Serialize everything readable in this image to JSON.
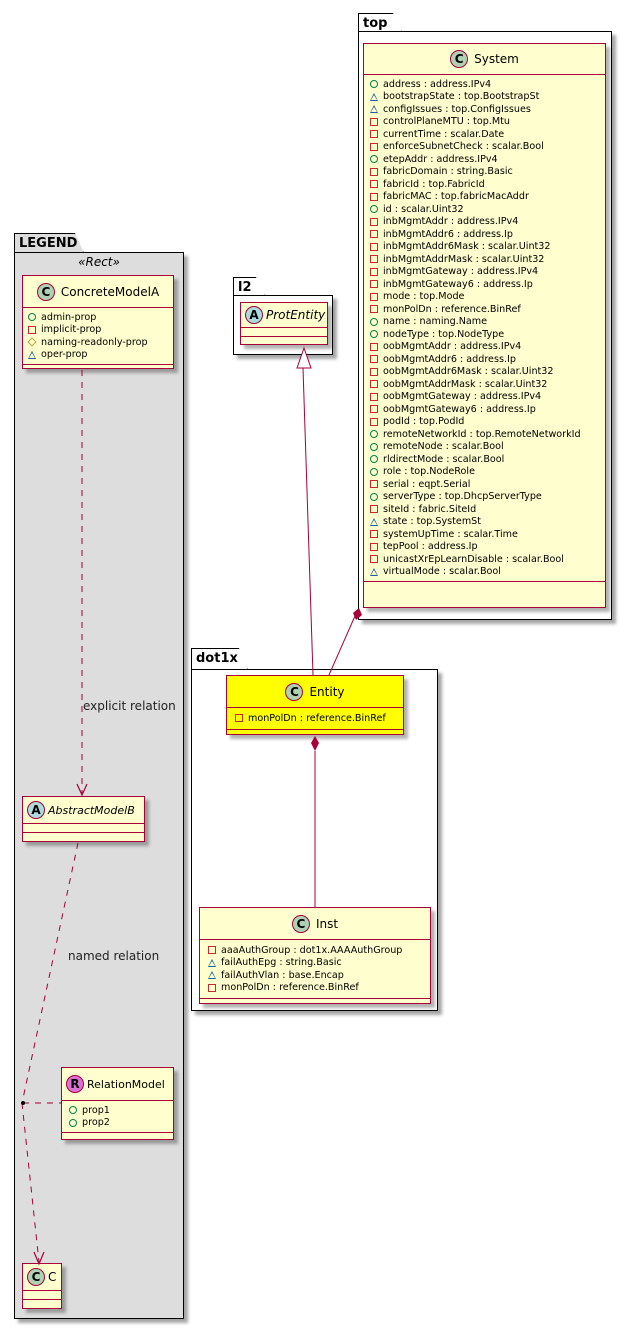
{
  "packages": {
    "top": "top",
    "l2": "l2",
    "dot1x": "dot1x",
    "legend": "LEGEND",
    "legend_stereotype": "«Rect»"
  },
  "classes": {
    "system": {
      "name": "System",
      "spot": "C",
      "attributes": [
        {
          "vis": "pub",
          "text": "address : address.IPv4"
        },
        {
          "vis": "pkg",
          "text": "bootstrapState : top.BootstrapSt"
        },
        {
          "vis": "pkg",
          "text": "configIssues : top.ConfigIssues"
        },
        {
          "vis": "priv",
          "text": "controlPlaneMTU : top.Mtu"
        },
        {
          "vis": "priv",
          "text": "currentTime : scalar.Date"
        },
        {
          "vis": "priv",
          "text": "enforceSubnetCheck : scalar.Bool"
        },
        {
          "vis": "pub",
          "text": "etepAddr : address.IPv4"
        },
        {
          "vis": "priv",
          "text": "fabricDomain : string.Basic"
        },
        {
          "vis": "priv",
          "text": "fabricId : top.FabricId"
        },
        {
          "vis": "priv",
          "text": "fabricMAC : top.fabricMacAddr"
        },
        {
          "vis": "pub",
          "text": "id : scalar.Uint32"
        },
        {
          "vis": "priv",
          "text": "inbMgmtAddr : address.IPv4"
        },
        {
          "vis": "priv",
          "text": "inbMgmtAddr6 : address.Ip"
        },
        {
          "vis": "priv",
          "text": "inbMgmtAddr6Mask : scalar.Uint32"
        },
        {
          "vis": "priv",
          "text": "inbMgmtAddrMask : scalar.Uint32"
        },
        {
          "vis": "priv",
          "text": "inbMgmtGateway : address.IPv4"
        },
        {
          "vis": "priv",
          "text": "inbMgmtGateway6 : address.Ip"
        },
        {
          "vis": "priv",
          "text": "mode : top.Mode"
        },
        {
          "vis": "priv",
          "text": "monPolDn : reference.BinRef"
        },
        {
          "vis": "pub",
          "text": "name : naming.Name"
        },
        {
          "vis": "pub",
          "text": "nodeType : top.NodeType"
        },
        {
          "vis": "priv",
          "text": "oobMgmtAddr : address.IPv4"
        },
        {
          "vis": "priv",
          "text": "oobMgmtAddr6 : address.Ip"
        },
        {
          "vis": "priv",
          "text": "oobMgmtAddr6Mask : scalar.Uint32"
        },
        {
          "vis": "priv",
          "text": "oobMgmtAddrMask : scalar.Uint32"
        },
        {
          "vis": "priv",
          "text": "oobMgmtGateway : address.IPv4"
        },
        {
          "vis": "priv",
          "text": "oobMgmtGateway6 : address.Ip"
        },
        {
          "vis": "priv",
          "text": "podId : top.PodId"
        },
        {
          "vis": "pub",
          "text": "remoteNetworkId : top.RemoteNetworkId"
        },
        {
          "vis": "pub",
          "text": "remoteNode : scalar.Bool"
        },
        {
          "vis": "pub",
          "text": "rldirectMode : scalar.Bool"
        },
        {
          "vis": "pub",
          "text": "role : top.NodeRole"
        },
        {
          "vis": "priv",
          "text": "serial : eqpt.Serial"
        },
        {
          "vis": "pub",
          "text": "serverType : top.DhcpServerType"
        },
        {
          "vis": "priv",
          "text": "siteId : fabric.SiteId"
        },
        {
          "vis": "pkg",
          "text": "state : top.SystemSt"
        },
        {
          "vis": "priv",
          "text": "systemUpTime : scalar.Time"
        },
        {
          "vis": "priv",
          "text": "tepPool : address.Ip"
        },
        {
          "vis": "priv",
          "text": "unicastXrEpLearnDisable : scalar.Bool"
        },
        {
          "vis": "pkg",
          "text": "virtualMode : scalar.Bool"
        }
      ]
    },
    "protentity": {
      "name": "ProtEntity",
      "spot": "A"
    },
    "entity": {
      "name": "Entity",
      "spot": "C",
      "highlight_color": "#ffff00",
      "attributes": [
        {
          "vis": "priv",
          "text": "monPolDn : reference.BinRef"
        }
      ]
    },
    "inst": {
      "name": "Inst",
      "spot": "C",
      "attributes": [
        {
          "vis": "priv",
          "text": "aaaAuthGroup : dot1x.AAAAuthGroup"
        },
        {
          "vis": "pkg",
          "text": "failAuthEpg : string.Basic"
        },
        {
          "vis": "pkg",
          "text": "failAuthVlan : base.Encap"
        },
        {
          "vis": "priv",
          "text": "monPolDn : reference.BinRef"
        }
      ]
    },
    "concrete_model_a": {
      "name": "ConcreteModelA",
      "spot": "C",
      "attributes": [
        {
          "vis": "pub",
          "text": "admin-prop"
        },
        {
          "vis": "priv",
          "text": "implicit-prop"
        },
        {
          "vis": "prot",
          "text": "naming-readonly-prop"
        },
        {
          "vis": "pkg",
          "text": "oper-prop"
        }
      ]
    },
    "abstract_model_b": {
      "name": "AbstractModelB",
      "spot": "A"
    },
    "relation_model": {
      "name": "RelationModel",
      "spot": "R",
      "attributes": [
        {
          "vis": "pub",
          "text": "prop1"
        },
        {
          "vis": "pub",
          "text": "prop2"
        }
      ]
    },
    "c": {
      "name": "C",
      "spot": "C"
    }
  },
  "relations": {
    "explicit_label": "explicit relation",
    "named_label": "named relation"
  },
  "colors": {
    "class_fill": "#fefece",
    "class_border": "#a80036",
    "legend_fill": "#dddddd",
    "highlight": "#ffff00"
  }
}
